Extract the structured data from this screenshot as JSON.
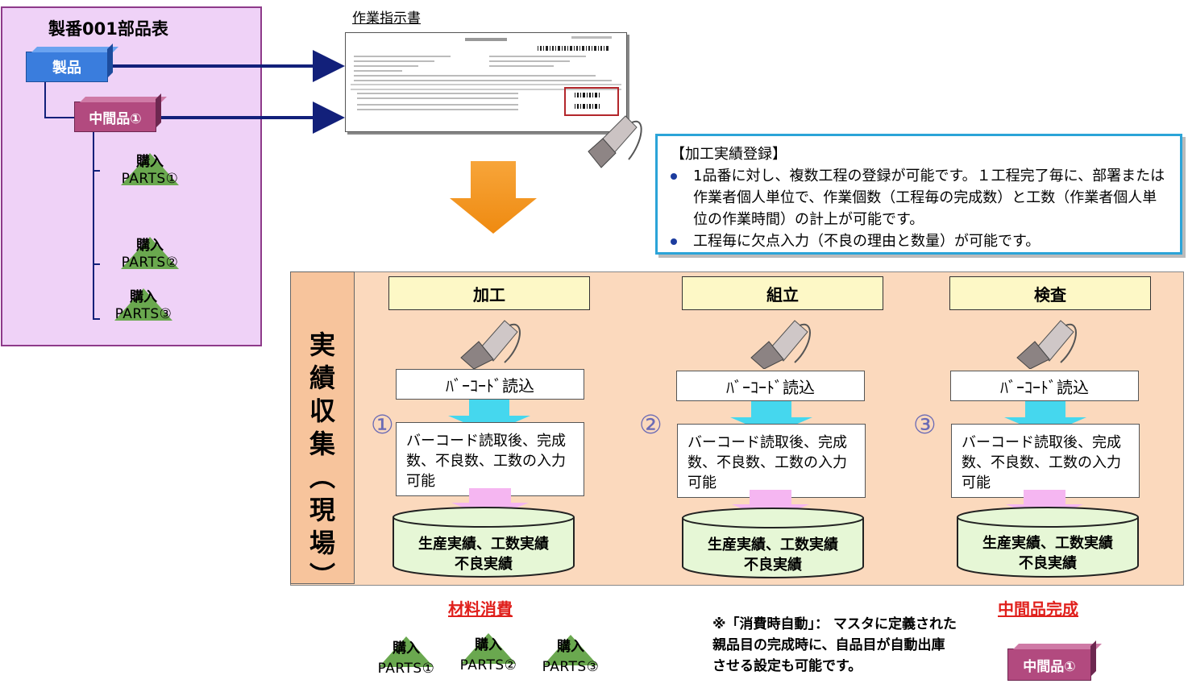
{
  "bom": {
    "title": "製番001部品表",
    "product": "製品",
    "intermediate": "中間品①",
    "parts": [
      {
        "top": "購入",
        "bottom": "PARTS①"
      },
      {
        "top": "購入",
        "bottom": "PARTS②"
      },
      {
        "top": "購入",
        "bottom": "PARTS③"
      }
    ]
  },
  "work_order": {
    "label": "作業指示書"
  },
  "callout": {
    "title": "【加工実績登録】",
    "bullets": [
      "1品番に対し、複数工程の登録が可能です。１工程完了毎に、部署または作業者個人単位で、作業個数（工程毎の完成数）と工数（作業者個人単位の作業時間）の計上が可能です。",
      "工程毎に欠点入力（不良の理由と数量）が可能です。"
    ]
  },
  "collection": {
    "side_label": "実績収集︵現場︶",
    "processes": [
      {
        "name": "加工",
        "num": "①",
        "barcode": "ﾊﾞｰｺｰﾄﾞ読込",
        "desc": "バーコード読取後、完成数、不良数、工数の入力可能",
        "db1": "生産実績、工数実績",
        "db2": "不良実績"
      },
      {
        "name": "組立",
        "num": "②",
        "barcode": "ﾊﾞｰｺｰﾄﾞ読込",
        "desc": "バーコード読取後、完成数、不良数、工数の入力可能",
        "db1": "生産実績、工数実績",
        "db2": "不良実績"
      },
      {
        "name": "検査",
        "num": "③",
        "barcode": "ﾊﾞｰｺｰﾄﾞ読込",
        "desc": "バーコード読取後、完成数、不良数、工数の入力可能",
        "db1": "生産実績、工数実績",
        "db2": "不良実績"
      }
    ]
  },
  "bottom": {
    "material_label": "材料消費",
    "intermediate_done_label": "中間品完成",
    "parts": [
      {
        "top": "購入",
        "bottom": "PARTS①"
      },
      {
        "top": "購入",
        "bottom": "PARTS②"
      },
      {
        "top": "購入",
        "bottom": "PARTS③"
      }
    ],
    "note_lines": [
      "※「消費時自動」： マスタに定義された",
      "親品目の完成時に、自品目が自動出庫",
      "させる設定も可能です。"
    ],
    "intermediate": "中間品①"
  },
  "colors": {
    "bom_bg": "#efd2f7",
    "product": "#3a7ddd",
    "intermediate": "#b24a7f",
    "triangle": "#6aa84f",
    "arrow_navy": "#12207a",
    "callout_border": "#2ba4d8",
    "collect_bg": "#fbd9bd",
    "arrow_cyan": "#45d7ee",
    "arrow_pink": "#f5b6f1",
    "db_fill": "#e6f7d6",
    "red": "#e0201c"
  }
}
